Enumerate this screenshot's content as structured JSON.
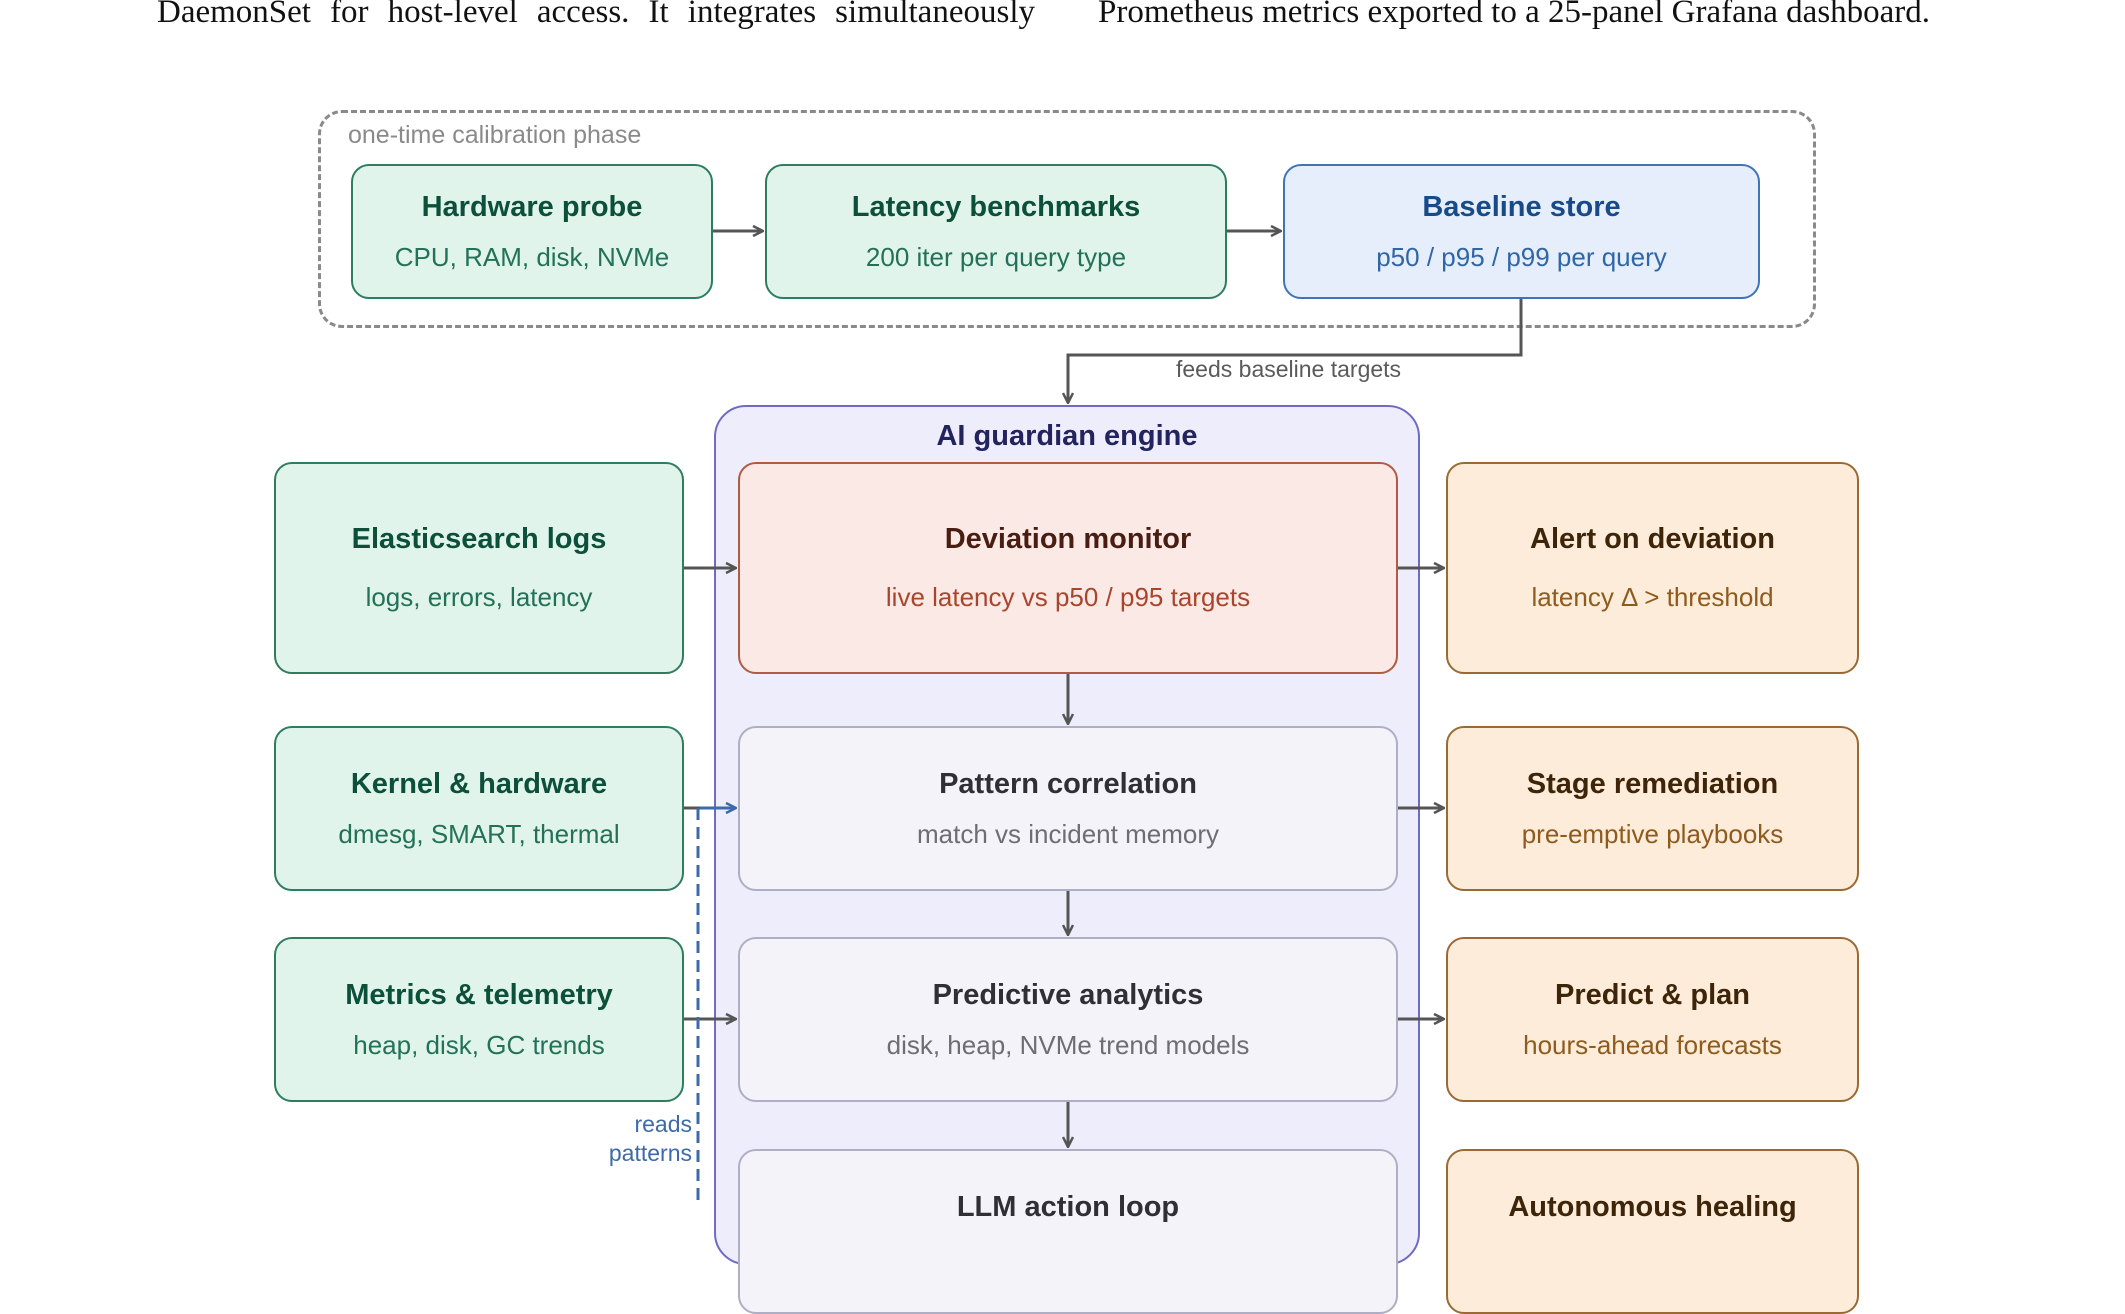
{
  "prose": {
    "left_line": "DaemonSet for host-level access. It integrates simultaneously",
    "right_line": "Prometheus metrics exported to a 25-panel Grafana dashboard."
  },
  "calibration": {
    "label": "one-time calibration phase",
    "hardware_probe": {
      "title": "Hardware probe",
      "subtitle": "CPU, RAM, disk, NVMe"
    },
    "latency_benchmarks": {
      "title": "Latency benchmarks",
      "subtitle": "200 iter per query type"
    },
    "baseline_store": {
      "title": "Baseline store",
      "subtitle": "p50 / p95 / p99 per query"
    },
    "edge_label": "feeds baseline targets"
  },
  "engine": {
    "title": "AI guardian engine",
    "deviation_monitor": {
      "title": "Deviation monitor",
      "subtitle": "live latency vs p50 / p95 targets"
    },
    "pattern_correlation": {
      "title": "Pattern correlation",
      "subtitle": "match vs incident memory"
    },
    "predictive_analytics": {
      "title": "Predictive analytics",
      "subtitle": "disk, heap, NVMe trend models"
    },
    "llm_action_loop": {
      "title": "LLM action loop"
    }
  },
  "inputs": {
    "elasticsearch": {
      "title": "Elasticsearch logs",
      "subtitle": "logs, errors, latency"
    },
    "kernel": {
      "title": "Kernel & hardware",
      "subtitle": "dmesg, SMART, thermal"
    },
    "metrics": {
      "title": "Metrics & telemetry",
      "subtitle": "heap, disk, GC trends"
    },
    "reads_label_1": "reads",
    "reads_label_2": "patterns"
  },
  "outputs": {
    "alert": {
      "title": "Alert on deviation",
      "subtitle": "latency Δ > threshold"
    },
    "stage": {
      "title": "Stage remediation",
      "subtitle": "pre-emptive playbooks"
    },
    "predict": {
      "title": "Predict & plan",
      "subtitle": "hours-ahead forecasts"
    },
    "autonomous": {
      "title": "Autonomous healing"
    }
  },
  "colors": {
    "input_green": "#2f7d5f",
    "baseline_blue": "#3f74b5",
    "monitor_red": "#b35a45",
    "engine_purple": "#6f6ac4",
    "output_orange": "#9a6a34",
    "dashed_link_blue": "#3d6aa8"
  }
}
